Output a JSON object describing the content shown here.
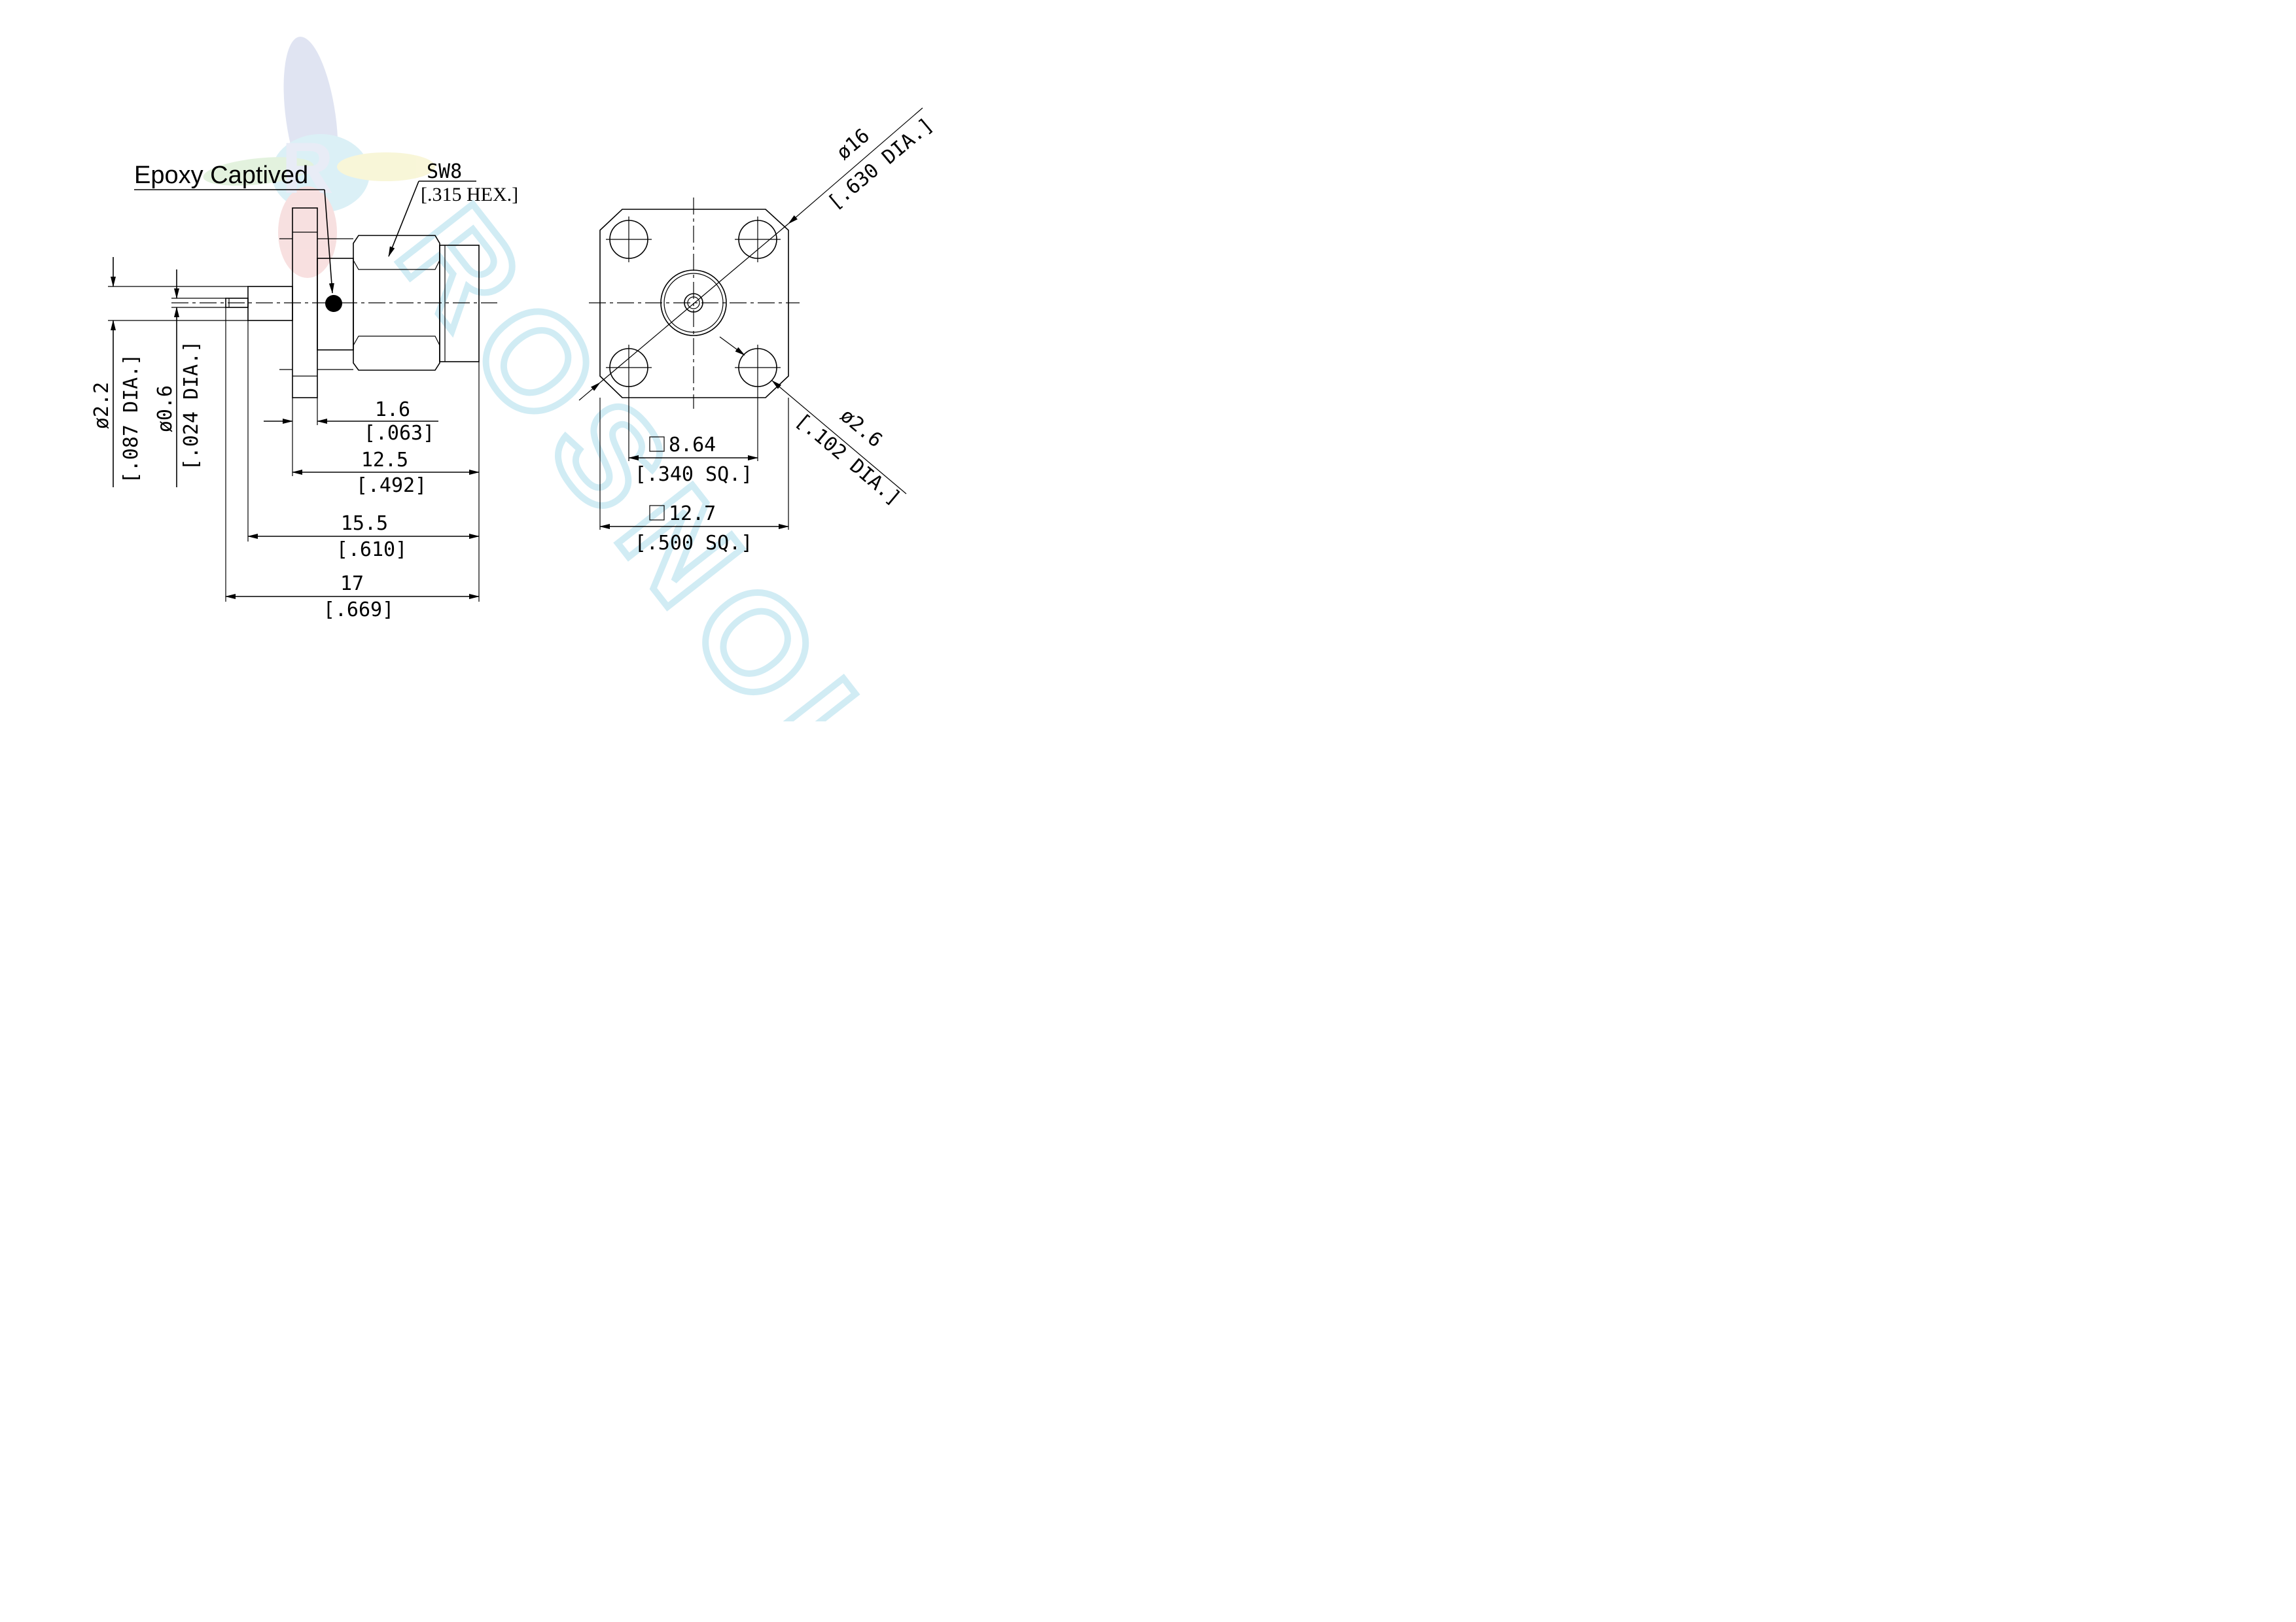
{
  "callouts": {
    "epoxy": "Epoxy Captived",
    "hex_metric": "SW8",
    "hex_inch": "[.315 HEX.]"
  },
  "dimensions": {
    "pin_dia_metric": "ø0.6",
    "pin_dia_inch": "[.024 DIA.]",
    "dielectric_dia_metric": "ø2.2",
    "dielectric_dia_inch": "[.087 DIA.]",
    "flange_thickness_metric": "1.6",
    "flange_thickness_inch": "[.063]",
    "body_length_metric": "12.5",
    "body_length_inch": "[.492]",
    "length_from_dielectric_metric": "15.5",
    "length_from_dielectric_inch": "[.610]",
    "overall_length_metric": "17",
    "overall_length_inch": "[.669]",
    "bolt_circle_metric": "ø16",
    "bolt_circle_inch": "[.630 DIA.]",
    "hole_spacing_metric": "8.64",
    "hole_spacing_inch": "[.340 SQ.]",
    "flange_size_metric": "12.7",
    "flange_size_inch": "[.500 SQ.]",
    "mount_hole_metric": "ø2.6",
    "mount_hole_inch": "[.102 DIA.]"
  },
  "watermark": {
    "text": "ROSNOL",
    "colors": [
      "#9fb0d8",
      "#9cd6e6",
      "#e8a0a0",
      "#efe89a",
      "#a9d7a0"
    ]
  },
  "colors": {
    "line": "#000000",
    "background": "#ffffff"
  }
}
